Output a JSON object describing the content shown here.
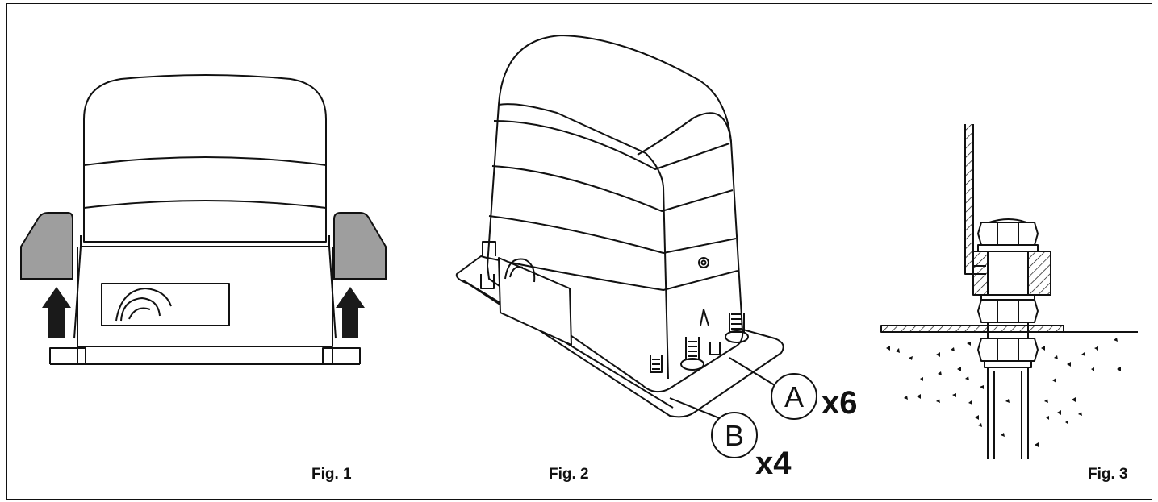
{
  "figures": [
    {
      "caption": "Fig. 1"
    },
    {
      "caption": "Fig. 2"
    },
    {
      "caption": "Fig. 3"
    }
  ],
  "callouts": [
    {
      "letter": "A",
      "quantity": "x6"
    },
    {
      "letter": "B",
      "quantity": "x4"
    }
  ],
  "colors": {
    "line": "#111111",
    "cover_fill": "#9e9e9e",
    "arrow_fill": "#1a1a1a",
    "background": "#ffffff"
  }
}
